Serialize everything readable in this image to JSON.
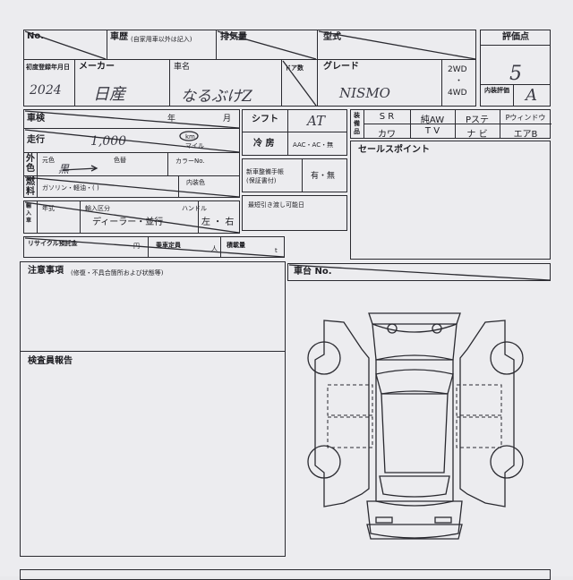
{
  "header": {
    "no": "No.",
    "history": "車歴",
    "history_note": "(自家用車以外は記入)",
    "displacement": "排気量",
    "model": "型式",
    "eval_score": "評価点",
    "first_reg": "初度登録年月日",
    "maker": "メーカー",
    "car_name": "車名",
    "doors": "ドア数",
    "grade": "グレード",
    "two_wd": "2WD",
    "dot": "・",
    "four_wd": "4WD",
    "interior_eval": "内装評価"
  },
  "handwritten": {
    "year": "2024",
    "maker": "日産",
    "car_name": "なるぶけZ",
    "grade": "NISMO",
    "score": "5",
    "interior": "A",
    "mileage": "1,000",
    "color": "黒",
    "shift": "AT"
  },
  "inspection": {
    "shaken": "車検",
    "year": "年",
    "month": "月",
    "shift": "シフト",
    "mileage": "走行",
    "km": "km",
    "mile": "マイル",
    "aircon": "冷 房",
    "aircon_opts": "AAC・AC・無",
    "outer_color": "外色",
    "orig_color": "元色",
    "color_change": "色替",
    "color_no": "カラーNo.",
    "new_car_manual": "新車整備手帳",
    "warranty": "(保証書付)",
    "yes_no": "有・無",
    "fuel": "燃料",
    "fuel_opts": "ガソリン・軽油・(          )",
    "interior_color": "内装色",
    "short_delivery": "最短引き渡し可能日",
    "import_car": "輸入車",
    "year_style": "年式",
    "import_class": "輸入区分",
    "handle": "ハンドル",
    "dealer": "ディーラー・並行",
    "lr": "左 ・ 右",
    "recycle": "リサイクル預託金",
    "yen": "円",
    "capacity": "乗車定員",
    "persons": "人",
    "load": "積載量",
    "kg": "t"
  },
  "equipment": {
    "label": "装備品",
    "row1": [
      "S R",
      "純AW",
      "Pステ",
      "Pウィンドウ"
    ],
    "row2": [
      "カワ",
      "T V",
      "ナ ビ",
      "エアB"
    ]
  },
  "sections": {
    "sales_point": "セールスポイント",
    "notes": "注意事項",
    "notes_sub": "(修復・不具合箇所および状態等)",
    "chassis": "車台 No.",
    "inspector": "検査員報告"
  }
}
